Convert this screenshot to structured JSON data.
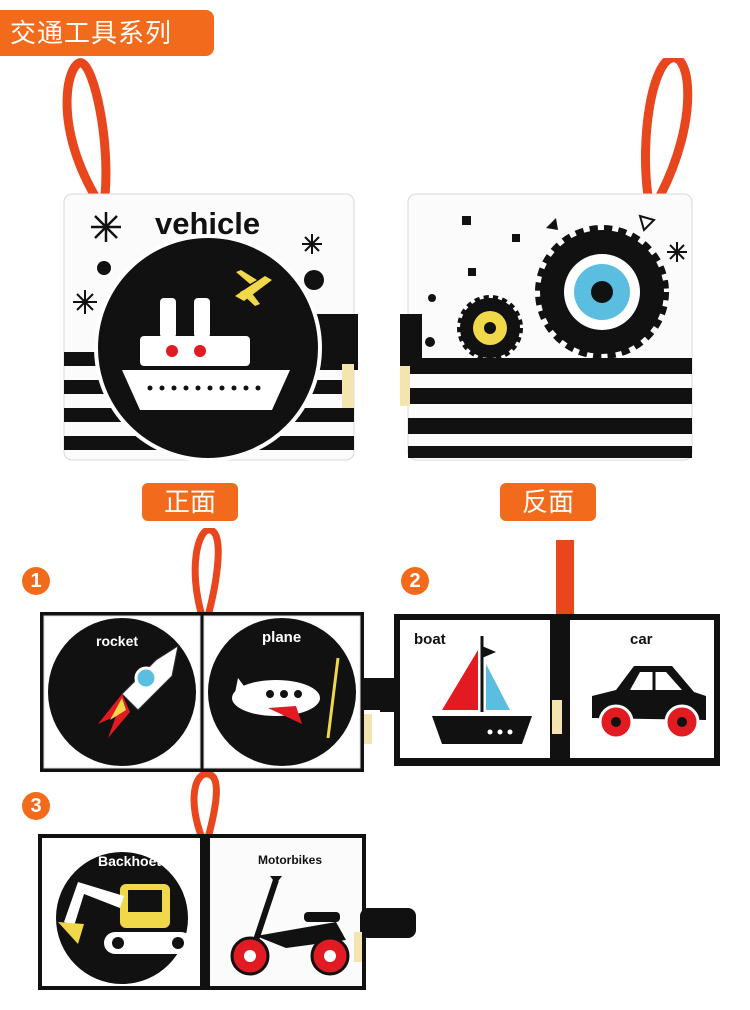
{
  "header": {
    "series_title": "交通工具系列"
  },
  "cover": {
    "title": "vehicle"
  },
  "labels": {
    "front": "正面",
    "back": "反面"
  },
  "spreads": [
    {
      "number": "1",
      "pages": [
        "rocket",
        "plane"
      ]
    },
    {
      "number": "2",
      "pages": [
        "boat",
        "car"
      ]
    },
    {
      "number": "3",
      "pages": [
        "Backhoet",
        "Motorbikes"
      ]
    }
  ],
  "colors": {
    "accent": "#f26a1b",
    "ribbon": "#e8461c",
    "red": "#e21b22",
    "yellow": "#f0d84a",
    "blue": "#5bbde0"
  }
}
